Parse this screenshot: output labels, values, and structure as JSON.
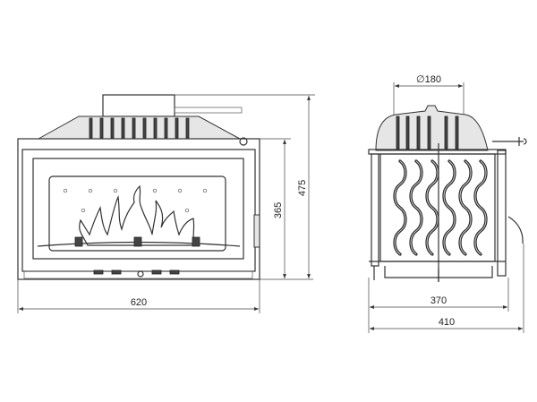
{
  "drawing": {
    "front_view": {
      "width_label": "620",
      "body_height_label": "365",
      "total_height_label": "475"
    },
    "side_view": {
      "flue_diameter_label": "∅180",
      "body_depth_label": "370",
      "total_depth_label": "410"
    },
    "line_color": "#333333",
    "background": "#ffffff"
  }
}
